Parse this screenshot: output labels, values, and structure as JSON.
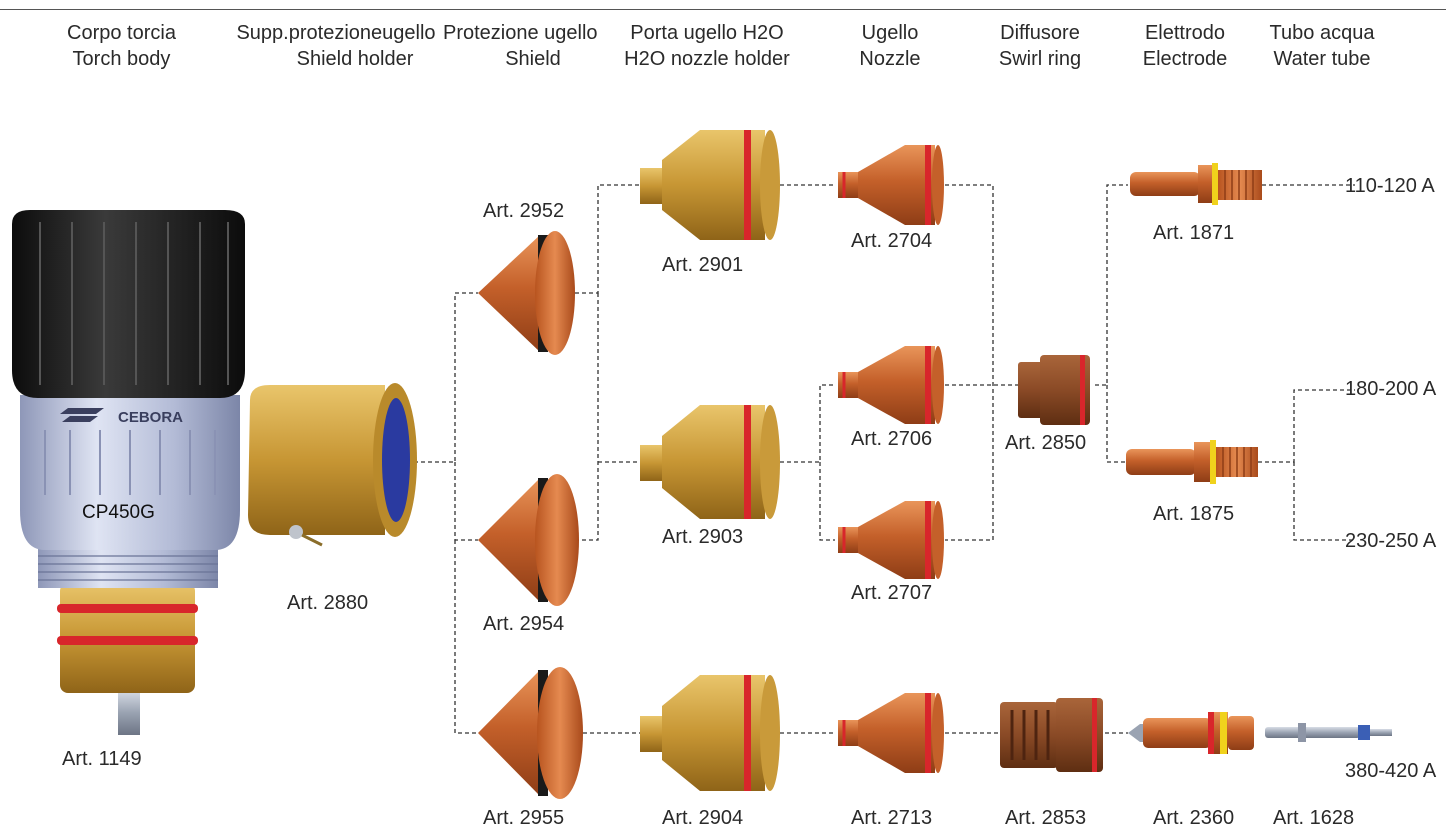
{
  "columns": [
    {
      "it": "Corpo torcia",
      "en": "Torch body"
    },
    {
      "it": "Supp.protezioneugello",
      "en": "Shield holder"
    },
    {
      "it": "Protezione ugello",
      "en": "Shield"
    },
    {
      "it": "Porta ugello H2O",
      "en": "H2O nozzle holder"
    },
    {
      "it": "Ugello",
      "en": "Nozzle"
    },
    {
      "it": "Diffusore",
      "en": "Swirl ring"
    },
    {
      "it": "Elettrodo",
      "en": "Electrode"
    },
    {
      "it": "Tubo acqua",
      "en": "Water tube"
    }
  ],
  "torch_marking": {
    "brand": "CEBORA",
    "model": "CP450G"
  },
  "parts": {
    "a1149": "Art. 1149",
    "a2880": "Art. 2880",
    "a2952": "Art. 2952",
    "a2954": "Art. 2954",
    "a2955": "Art. 2955",
    "a2901": "Art. 2901",
    "a2903": "Art. 2903",
    "a2904": "Art. 2904",
    "a2704": "Art. 2704",
    "a2706": "Art. 2706",
    "a2707": "Art. 2707",
    "a2713": "Art. 2713",
    "a2850": "Art. 2850",
    "a2853": "Art. 2853",
    "a1871": "Art. 1871",
    "a1875": "Art. 1875",
    "a2360": "Art. 2360",
    "a1628": "Art. 1628"
  },
  "currents": {
    "c110": "110-120 A",
    "c180": "180-200 A",
    "c230": "230-250 A",
    "c380": "380-420 A"
  },
  "colors": {
    "copper": "#c86a32",
    "brass": "#c99a3a",
    "black_oring": "#1a1a1a",
    "red_oring": "#d8262b",
    "yellow_ring": "#f0d21c",
    "body_blue": "#b7bfd8",
    "knob": "#1c1c1c",
    "swirl_brown": "#8a4a26"
  }
}
